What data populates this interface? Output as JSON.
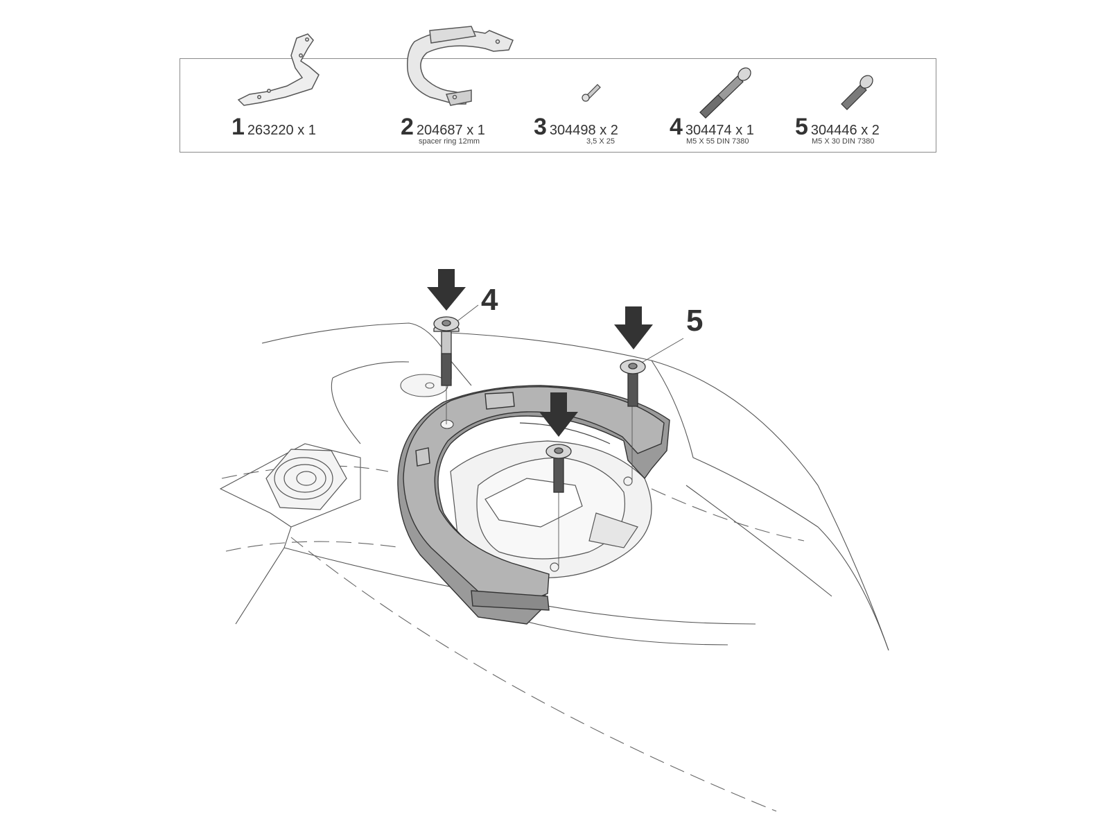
{
  "parts": [
    {
      "number": "1",
      "code": "263220 x 1",
      "note": ""
    },
    {
      "number": "2",
      "code": "204687 x 1",
      "note": "spacer ring 12mm"
    },
    {
      "number": "3",
      "code": "304498 x 2",
      "note": "3,5 X 25"
    },
    {
      "number": "4",
      "code": "304474 x 1",
      "note": "M5 X 55 DIN 7380"
    },
    {
      "number": "5",
      "code": "304446 x 2",
      "note": "M5 X 30 DIN 7380"
    }
  ],
  "callouts": {
    "bolt_long": "4",
    "bolt_short": "5"
  },
  "colors": {
    "ring_fill": "#b4b4b4",
    "ring_dark": "#9a9a9a",
    "arrow": "#333333",
    "line": "#555555"
  }
}
